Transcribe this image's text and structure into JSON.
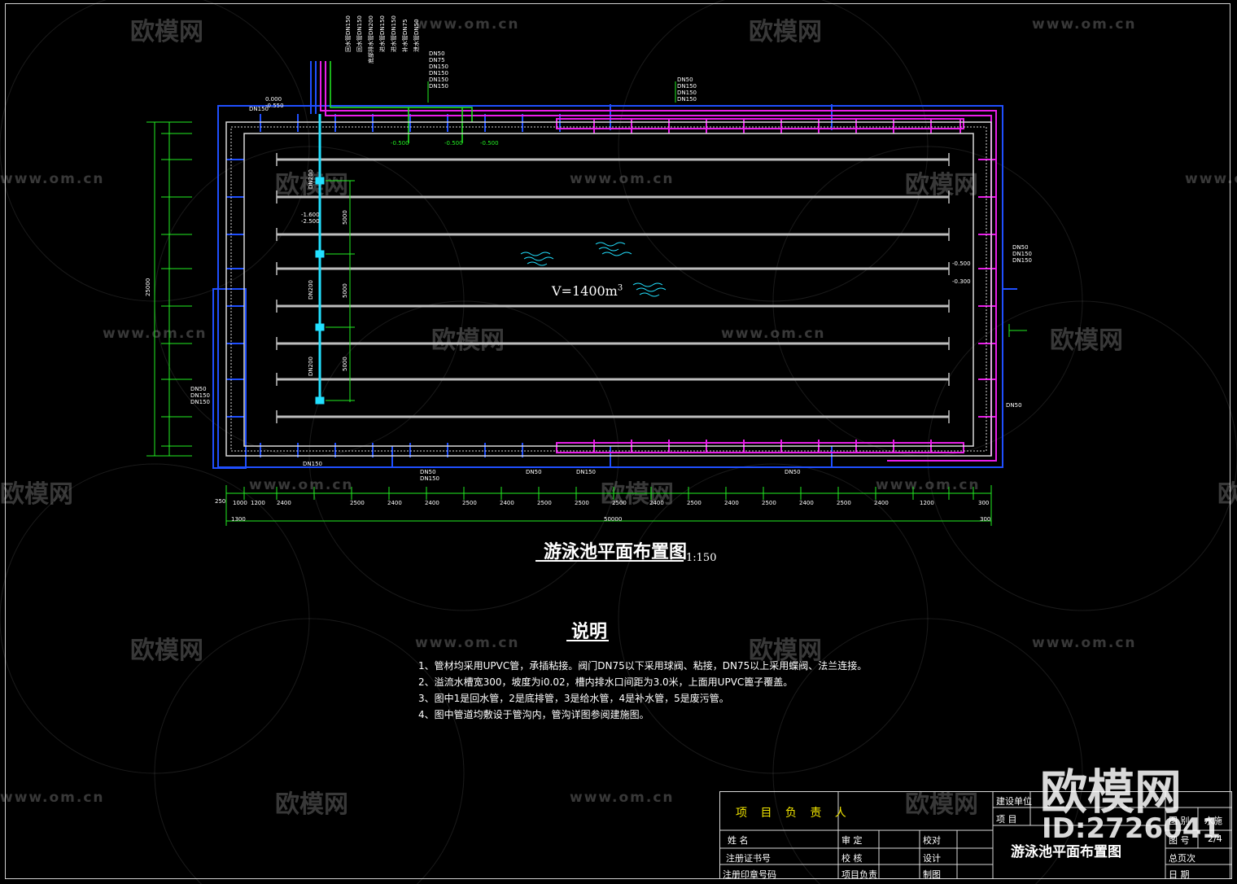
{
  "watermark": {
    "logo_text": "欧模网",
    "url_text": "www.om.cn",
    "big_logo": "欧模网",
    "id_text": "ID:2726041"
  },
  "drawing": {
    "title": "游泳池平面布置图",
    "scale": "1:150",
    "volume_label": "V=1400m",
    "volume_unit_sup": "3",
    "pipe_labels": [
      "回水管DN150",
      "回水管DN150",
      "底部排水管DN200",
      "进水管DN150",
      "进水管DN150",
      "补水管DN75",
      "泄水管DN50"
    ],
    "dn_stack": [
      "DN50",
      "DN75",
      "DN150",
      "DN150",
      "DN150",
      "DN150"
    ],
    "dn_stack_2": [
      "DN50",
      "DN150",
      "DN150",
      "DN150"
    ],
    "right_dn": [
      "DN50",
      "DN150",
      "DN150",
      "DN50"
    ],
    "left_dn": [
      "DN50",
      "DN150",
      "DN150",
      "DN150"
    ],
    "bottom_dn": [
      "DN150",
      "DN50",
      "DN150",
      "DN50",
      "DN150",
      "DN50"
    ],
    "levels": [
      "0.000",
      "-0.550",
      "-0.500",
      "-0.500",
      "-0.500",
      "-1.600",
      "-2.500",
      "-0.500",
      "-0.300"
    ],
    "pipe_dn": [
      "DN200",
      "DN200",
      "DN200"
    ],
    "dims_vertical": [
      "5000",
      "5000",
      "5000"
    ],
    "overall_dim_h": "50000",
    "overall_dim_v": "25000",
    "bottom_dims": [
      "250",
      "1000",
      "1200",
      "2400",
      "2500",
      "2400",
      "2400",
      "2500",
      "2400",
      "2500",
      "2500",
      "2500",
      "2400",
      "2500",
      "2400",
      "2500",
      "2400",
      "2500",
      "2400",
      "1200",
      "300"
    ],
    "bottom_edge_dims": [
      "1300",
      "300"
    ]
  },
  "notes": {
    "heading": "说明",
    "items": [
      "1、管材均采用UPVC管，承插粘接。阀门DN75以下采用球阀、粘接，DN75以上采用蝶阀、法兰连接。",
      "2、溢流水槽宽300，坡度为i0.02，槽内排水口间距为3.0米，上面用UPVC篦子覆盖。",
      "3、图中1是回水管，2是底排管，3是给水管，4是补水管，5是废污管。",
      "4、图中管道均敷设于管沟内，管沟详图参阅建施图。"
    ]
  },
  "title_block": {
    "project_lead": "项 目 负 责 人",
    "name": "姓      名",
    "cert_no": "注册证书号",
    "seal_no": "注册印章号码",
    "review": "审    定",
    "check": "校    核",
    "proj_lead_short": "项目负责",
    "proofread": "校对",
    "design": "设计",
    "draw": "制图",
    "build_unit": "建设单位",
    "project": "项    目",
    "drawing_name": "游泳池平面布置图",
    "drawing_no_label": "图 别",
    "drawing_type": "水施",
    "sheet_label": "图 号",
    "sheet_no": "2/4",
    "total_pages": "总页次",
    "date": "日    期"
  },
  "colors": {
    "background": "#000000",
    "blue_pipe": "#1f4fff",
    "magenta_pipe": "#e81ee8",
    "cyan_pipe": "#22e0ff",
    "green_dim": "#22ee22",
    "lane": "#bdbdbd",
    "wall": "#d8d8d8",
    "yellow_text": "#f2e600"
  }
}
